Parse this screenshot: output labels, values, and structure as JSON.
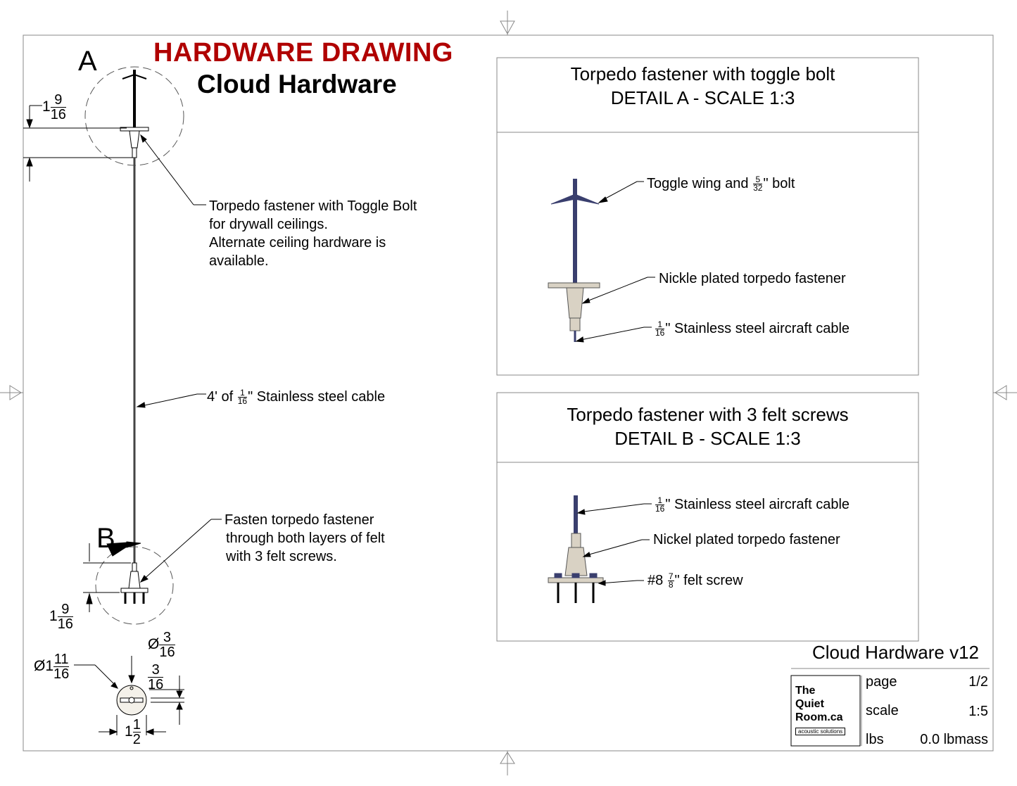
{
  "header": {
    "title": "HARDWARE DRAWING",
    "subtitle": "Cloud Hardware"
  },
  "detail_letters": {
    "a": "A",
    "b": "B"
  },
  "notes": {
    "toggle_bolt_lines": [
      "Torpedo fastener with Toggle Bolt",
      "for drywall ceilings.",
      "Alternate ceiling hardware is",
      "available."
    ],
    "cable_prefix": "4' of",
    "cable_frac_num": "1",
    "cable_frac_den": "16",
    "cable_suffix": "\" Stainless steel cable",
    "felt_lines": [
      "Fasten torpedo fastener",
      "through both layers of felt",
      "with 3 felt screws."
    ]
  },
  "dimensions": {
    "top_whole": "1",
    "top_num": "9",
    "top_den": "16",
    "bottom_whole": "1",
    "bottom_num": "9",
    "bottom_den": "16",
    "bore_prefix": "Ø",
    "bore_num": "3",
    "bore_den": "16",
    "dia_prefix": "Ø1",
    "dia_num": "11",
    "dia_den": "16",
    "offset_num": "3",
    "offset_den": "16",
    "width_whole": "1",
    "width_num": "1",
    "width_den": "2"
  },
  "detail_a": {
    "heading_line1": "Torpedo fastener with toggle bolt",
    "heading_line2": "DETAIL A - SCALE 1:3",
    "toggle_prefix": "Toggle wing and",
    "toggle_num": "5",
    "toggle_den": "32",
    "toggle_suffix": "\" bolt",
    "fastener_label": "Nickle plated torpedo fastener",
    "cable_num": "1",
    "cable_den": "16",
    "cable_suffix": "\" Stainless steel aircraft cable"
  },
  "detail_b": {
    "heading_line1": "Torpedo fastener with 3 felt screws",
    "heading_line2": "DETAIL B - SCALE 1:3",
    "cable_num": "1",
    "cable_den": "16",
    "cable_suffix": "\" Stainless steel aircraft cable",
    "fastener_label": "Nickel plated torpedo fastener",
    "screw_prefix": "#8",
    "screw_num": "7",
    "screw_den": "8",
    "screw_suffix": "\" felt screw"
  },
  "title_block": {
    "drawing_name": "Cloud Hardware v12",
    "rows": [
      {
        "key": "page",
        "value": "1/2"
      },
      {
        "key": "scale",
        "value": "1:5"
      },
      {
        "key": "lbs",
        "value": "0.0 lbmass"
      }
    ],
    "logo_lines": [
      "The",
      "Quiet",
      "Room.ca"
    ],
    "logo_tagline": "acoustic solutions"
  },
  "colors": {
    "title_red": "#b00000",
    "toggle_wing": "#3a3f6e",
    "cable": "#3a3f6e",
    "fastener": "#d9d2c4",
    "line": "#000000"
  }
}
